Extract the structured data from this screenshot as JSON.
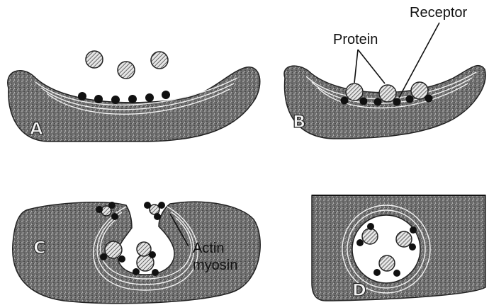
{
  "labels": {
    "protein": "Protein",
    "receptor": "Receptor",
    "actin": "Actin",
    "myosin": "myosin"
  },
  "panels": {
    "a": "A",
    "b": "B",
    "c": "C",
    "d": "D"
  }
}
